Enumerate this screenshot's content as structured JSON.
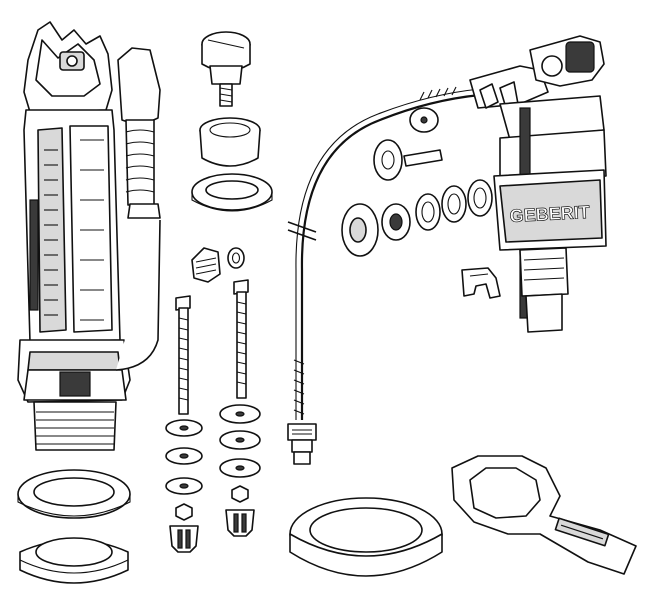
{
  "diagram": {
    "parts": [
      {
        "id": "flush-valve"
      },
      {
        "id": "valve-gasket"
      },
      {
        "id": "valve-lock-nut"
      },
      {
        "id": "cap-screw"
      },
      {
        "id": "cap-sleeve"
      },
      {
        "id": "cap-seal-ring"
      },
      {
        "id": "reducer-fitting"
      },
      {
        "id": "reducer-washer"
      },
      {
        "id": "bolt-left"
      },
      {
        "id": "bolt-right"
      },
      {
        "id": "bolt-washers"
      },
      {
        "id": "bolt-nuts"
      },
      {
        "id": "supply-hose"
      },
      {
        "id": "hose-connector"
      },
      {
        "id": "fill-valve"
      },
      {
        "id": "inlet-washers"
      },
      {
        "id": "inlet-clip"
      },
      {
        "id": "spanner-wrench"
      },
      {
        "id": "foam-gasket"
      }
    ],
    "colors": {
      "line": "#111111",
      "shade": "#d9d9d9",
      "dark": "#3a3a3a"
    },
    "icons": {
      "valve-brand-mark": "GEBERIT"
    }
  }
}
